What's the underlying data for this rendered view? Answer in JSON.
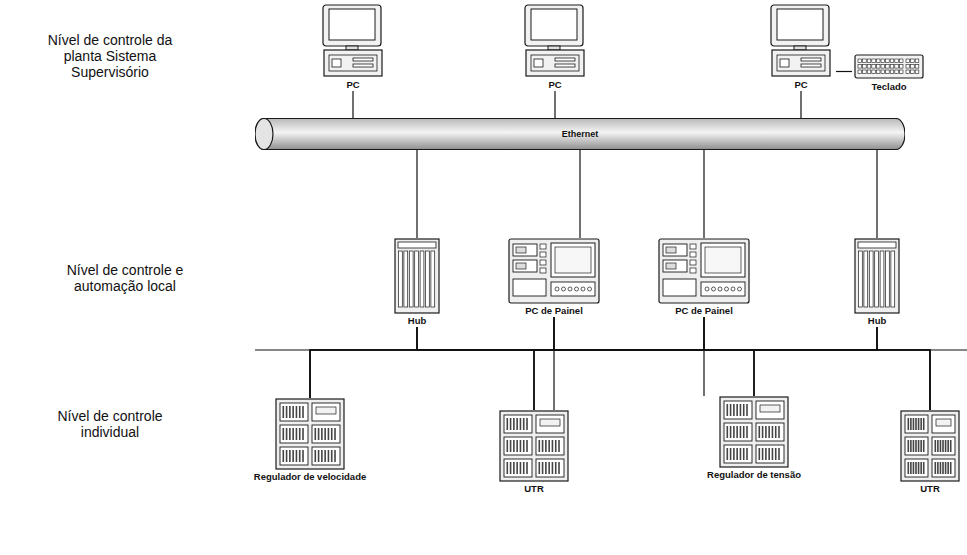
{
  "diagram": {
    "nodes": [
      {
        "text": [
          "PC"
        ]
      },
      {
        "text": [
          "PC"
        ]
      },
      {
        "text": [
          "PC"
        ]
      },
      {
        "text": [
          "Teclado"
        ]
      },
      {
        "text": [
          "Ethernet"
        ]
      },
      {
        "text": [
          "Hub"
        ]
      },
      {
        "text": [
          "PC de Painel"
        ]
      },
      {
        "text": [
          "PC de Painel"
        ]
      },
      {
        "text": [
          "Hub"
        ]
      },
      {
        "text": [
          "Regulador de velocidade"
        ]
      },
      {
        "text": [
          "UTR"
        ]
      },
      {
        "text": [
          "Regulador de tensão"
        ]
      },
      {
        "text": [
          "UTR"
        ]
      }
    ],
    "edges": [
      {
        "from": 0,
        "to": 4,
        "arrow": "none"
      },
      {
        "from": 1,
        "to": 4,
        "arrow": "none"
      },
      {
        "from": 2,
        "to": 4,
        "arrow": "none"
      },
      {
        "from": 2,
        "to": 3,
        "arrow": "none"
      },
      {
        "from": 4,
        "to": 5,
        "arrow": "none"
      },
      {
        "from": 4,
        "to": 6,
        "arrow": "none"
      },
      {
        "from": 4,
        "to": 7,
        "arrow": "none"
      },
      {
        "from": 4,
        "to": 8,
        "arrow": "none"
      },
      {
        "from": 5,
        "to": 9,
        "arrow": "none"
      },
      {
        "from": 5,
        "to": 10,
        "arrow": "none"
      },
      {
        "from": 5,
        "to": 11,
        "arrow": "none"
      },
      {
        "from": 5,
        "to": 12,
        "arrow": "none"
      },
      {
        "from": 6,
        "to": 9,
        "arrow": "none"
      },
      {
        "from": 6,
        "to": 10,
        "arrow": "none"
      },
      {
        "from": 6,
        "to": 11,
        "arrow": "none"
      },
      {
        "from": 6,
        "to": 12,
        "arrow": "none"
      },
      {
        "from": 7,
        "to": 9,
        "arrow": "none"
      },
      {
        "from": 7,
        "to": 10,
        "arrow": "none"
      },
      {
        "from": 7,
        "to": 11,
        "arrow": "none"
      },
      {
        "from": 7,
        "to": 12,
        "arrow": "none"
      },
      {
        "from": 8,
        "to": 9,
        "arrow": "none"
      },
      {
        "from": 8,
        "to": 10,
        "arrow": "none"
      },
      {
        "from": 8,
        "to": 11,
        "arrow": "none"
      },
      {
        "from": 8,
        "to": 12,
        "arrow": "none"
      }
    ],
    "labels": [
      "Nível de controle da planta Sistema Supervisório",
      "Nível de controle e automação local",
      "Nível de controle individual"
    ]
  }
}
